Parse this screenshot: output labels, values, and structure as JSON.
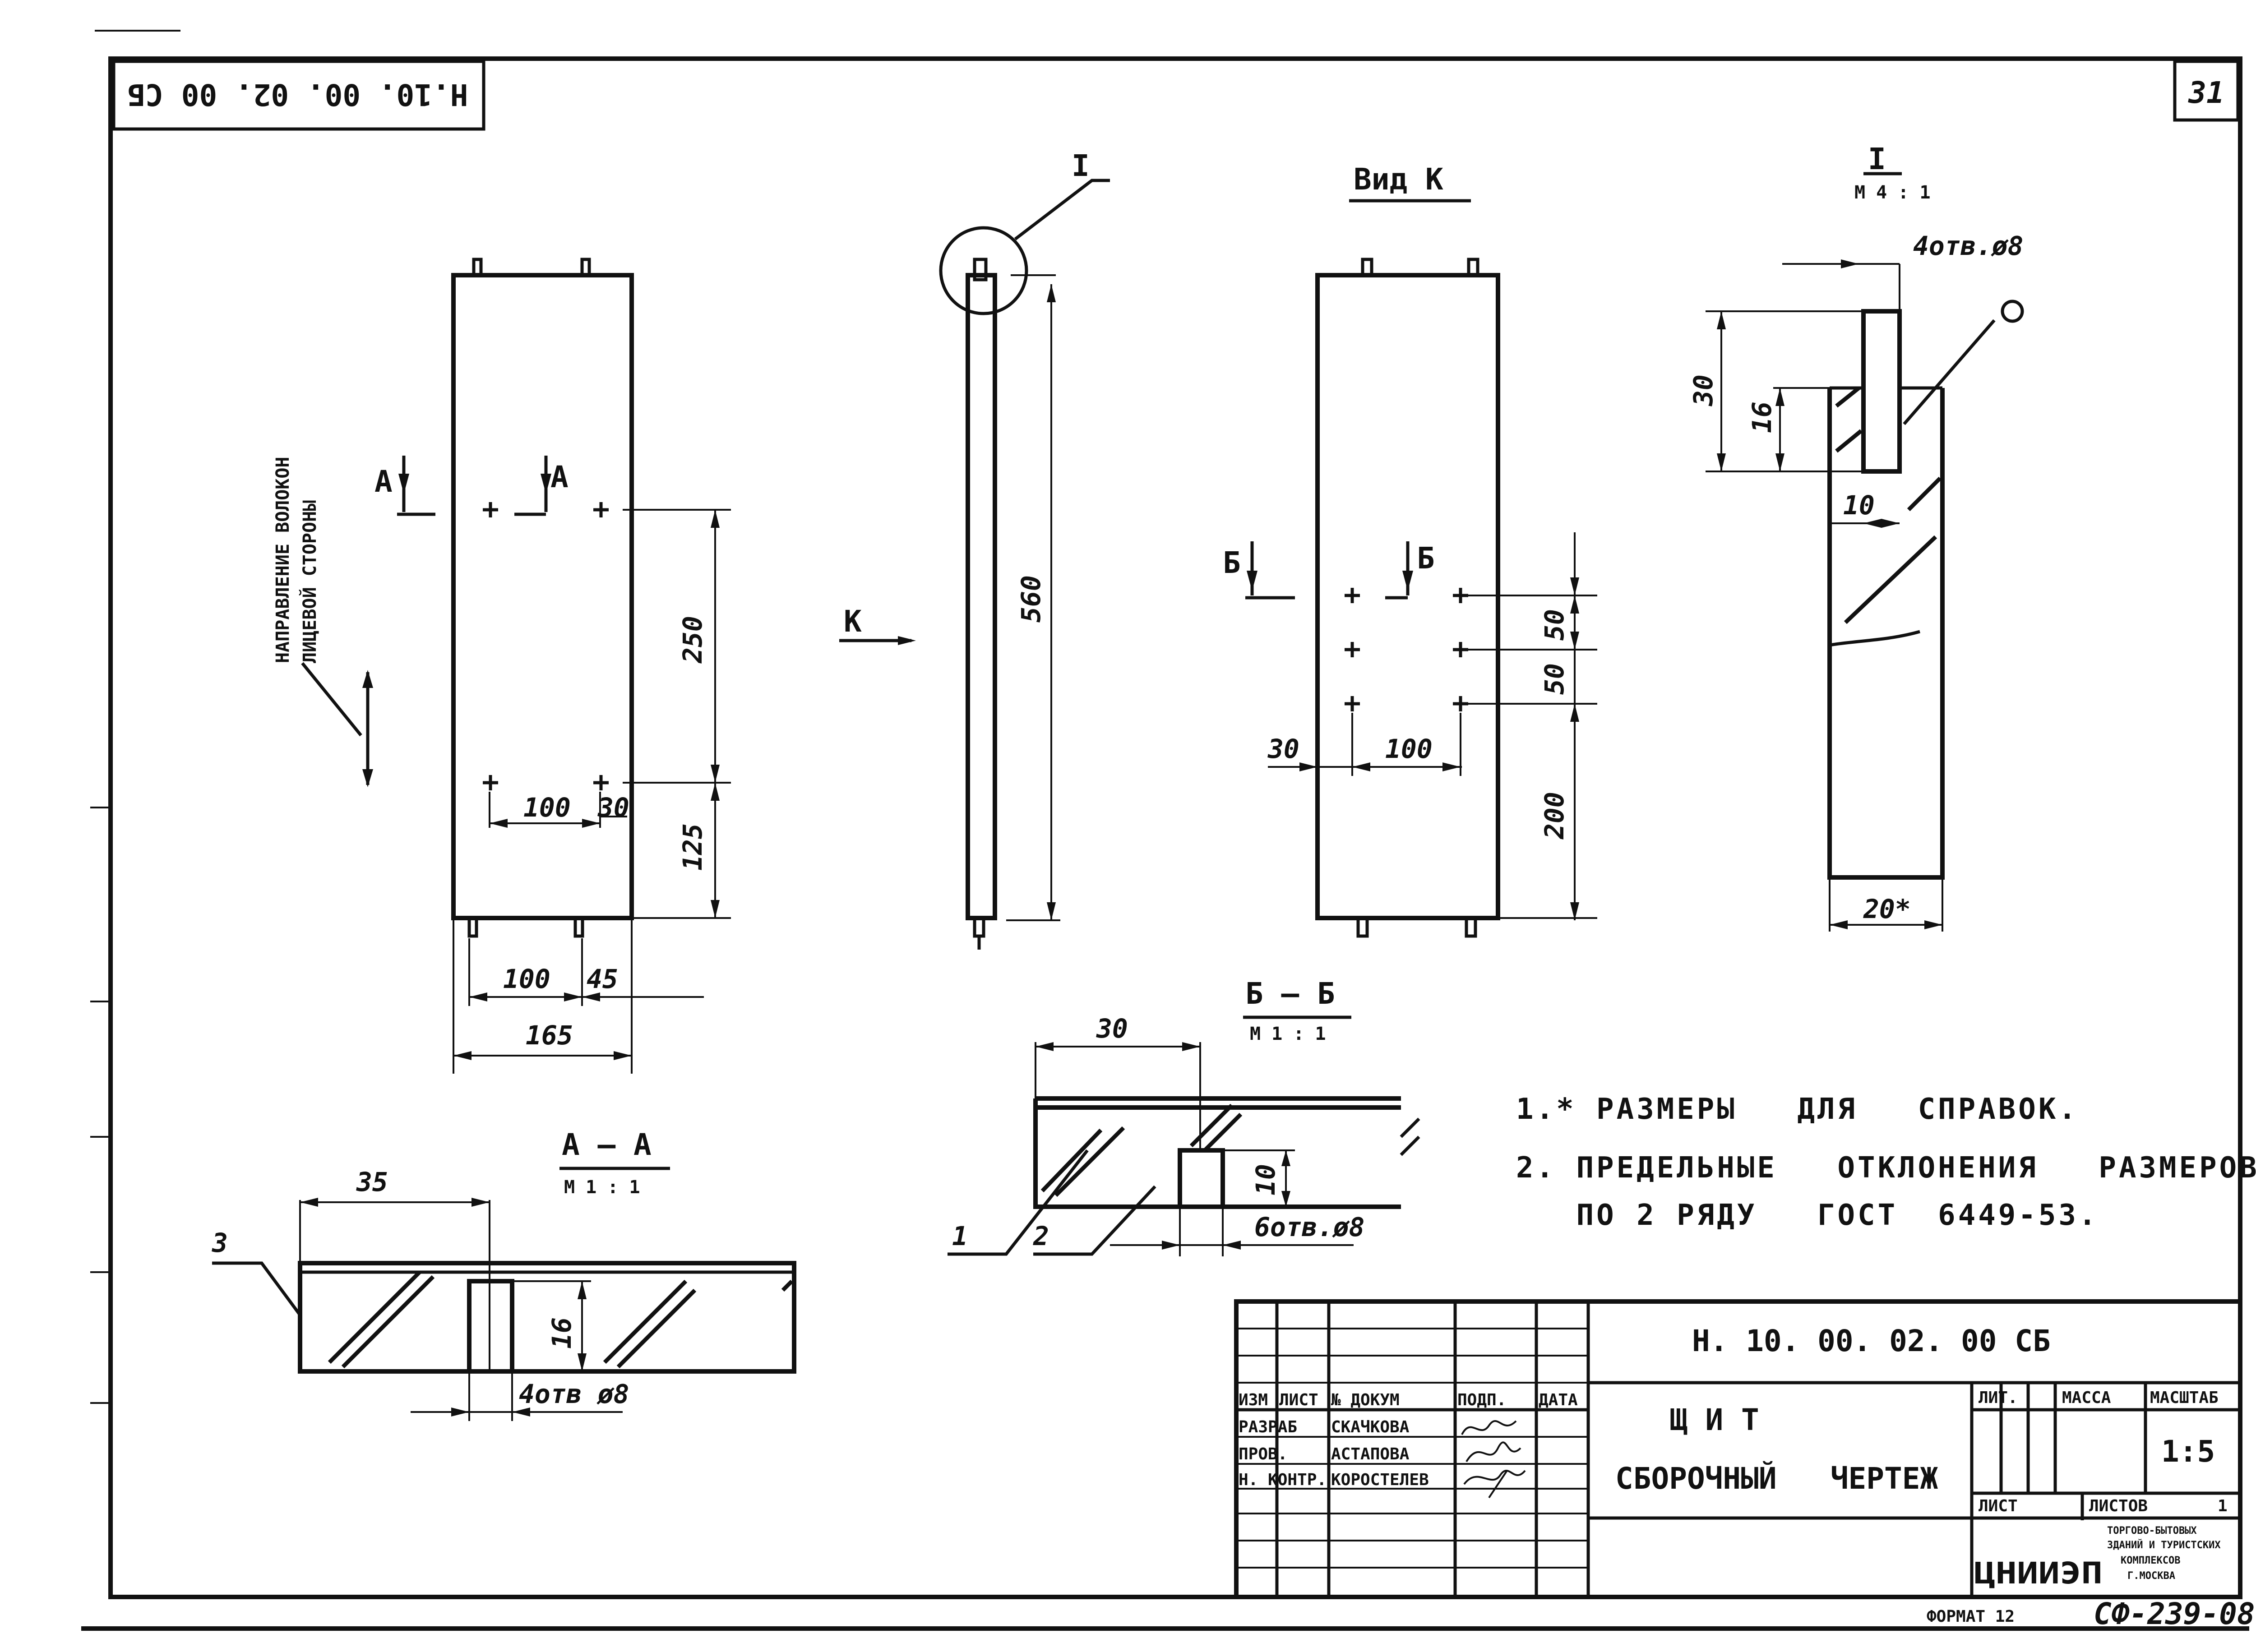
{
  "header": {
    "stamp_code": "Н.10. 00. 02. 00 СБ",
    "sheet_number": "31"
  },
  "view_main": {
    "section_arrow_a_left": "А",
    "section_arrow_a_right": "А",
    "grain_label_line1": "НАПРАВЛЕНИЕ ВОЛОКОН",
    "grain_label_line2": "ЛИЦЕВОЙ СТОРОНЫ",
    "dims": {
      "d250": "250",
      "d125": "125",
      "d100": "100",
      "d30": "30",
      "d100b": "100",
      "d45": "45",
      "d165": "165"
    }
  },
  "view_side": {
    "detail_mark": "I",
    "view_arrow": "К",
    "dims": {
      "d560": "560"
    }
  },
  "view_k": {
    "title": "Вид К",
    "section_arrow_b_left": "Б",
    "section_arrow_b_right": "Б",
    "dims": {
      "d50a": "50",
      "d50b": "50",
      "d200": "200",
      "d30": "30",
      "d100": "100"
    }
  },
  "detail_i": {
    "title": "I",
    "scale": "М 4 : 1",
    "hole_note": "4отв.ø8",
    "dims": {
      "d30": "30",
      "d16": "16",
      "d10": "10",
      "d20": "20*"
    }
  },
  "section_aa": {
    "title": "А — А",
    "scale": "М 1 : 1",
    "callout": "3",
    "hole_note": "4отв ø8",
    "dims": {
      "d35": "35",
      "d16": "16"
    }
  },
  "section_bb": {
    "title": "Б — Б",
    "scale": "М 1 : 1",
    "callout_1": "1",
    "callout_2": "2",
    "hole_note": "6отв.ø8",
    "dims": {
      "d30": "30",
      "d10": "10"
    }
  },
  "notes": [
    "1.* РАЗМЕРЫ   ДЛЯ   СПРАВОК.",
    "2. ПРЕДЕЛЬНЫЕ   ОТКЛОНЕНИЯ   РАЗМЕРОВ",
    "   ПО 2 РЯДУ   ГОСТ  6449-53."
  ],
  "title_block": {
    "designation": "Н. 10. 00. 02. 00 СБ",
    "name_line1": "Щ И Т",
    "name_line2": "СБОРОЧНЫЙ   ЧЕРТЕЖ",
    "col_headers": [
      "ИЗМ",
      "ЛИСТ",
      "№ ДОКУМ",
      "ПОДП.",
      "ДАТА"
    ],
    "roles": [
      {
        "role": "РАЗРАБ",
        "name": "СКАЧКОВА"
      },
      {
        "role": "ПРОВ.",
        "name": "АСТАПОВА"
      },
      {
        "role": "Н. КОНТР.",
        "name": "КОРОСТЕЛЕВ"
      }
    ],
    "lit_label": "ЛИТ.",
    "mass_label": "МАССА",
    "scale_label": "МАСШТАБ",
    "scale_value": "1:5",
    "sheet_label": "ЛИСТ",
    "sheets_label": "ЛИСТОВ",
    "sheets_value": "1",
    "org_logo": "ЦНИИЭП",
    "org_line1": "ТОРГОВО-БЫТОВЫХ",
    "org_line2": "ЗДАНИЙ И ТУРИСТСКИХ",
    "org_line3": "КОМПЛЕКСОВ",
    "org_line4": "Г.МОСКВА",
    "format": "ФОРМАТ 12",
    "doc_code": "СФ-239-08"
  }
}
